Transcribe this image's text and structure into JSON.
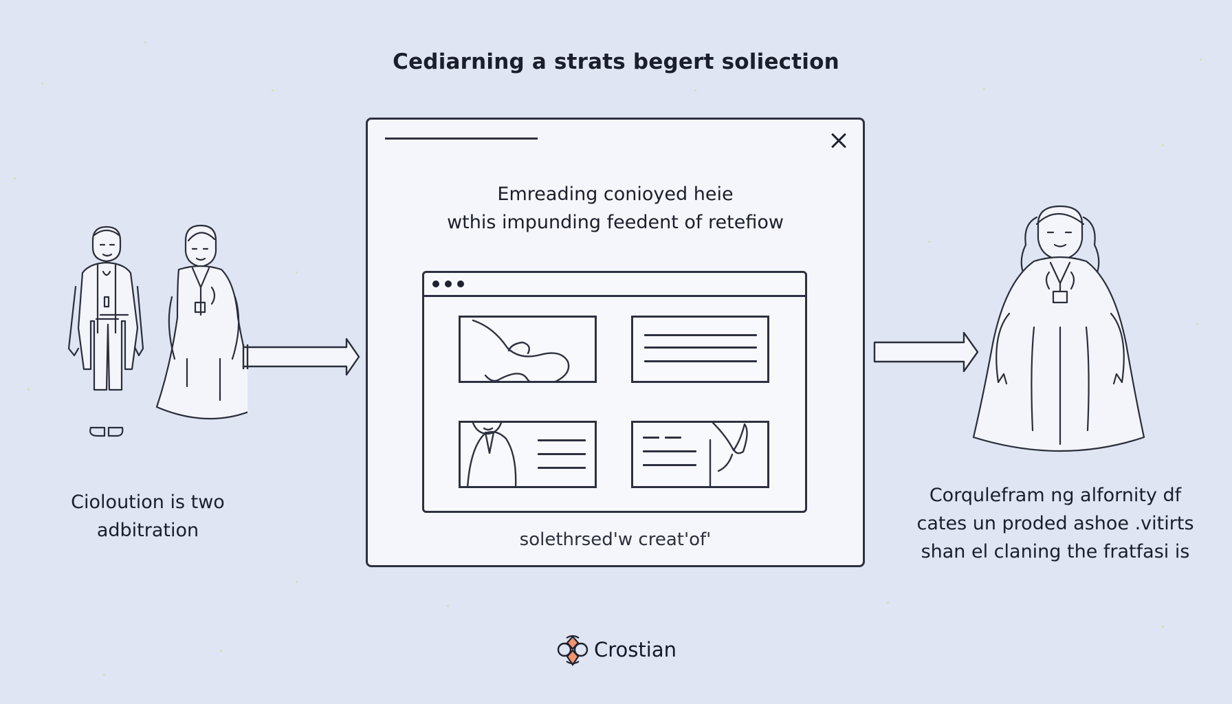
{
  "title": "Cediarning a strats begert soliection",
  "left_figure": {
    "caption_line1": "Cioloution is two",
    "caption_line2": "adbitration"
  },
  "window": {
    "heading_line1": "Emreading conioyed heie",
    "heading_line2": "wthis impunding feedent of retefiow",
    "footer": "solethrsed'w creat'of'"
  },
  "right_figure": {
    "caption_line1": "Corqulefram ng alfornity df",
    "caption_line2": "cates un proded ashoe .vitirts",
    "caption_line3": "shan el claning the fratfasi is"
  },
  "brand": {
    "name": "Crostian",
    "colors": {
      "accent": "#f0956f",
      "outline": "#1f2230"
    }
  },
  "icons": [
    "close-icon",
    "right-arrow-icon",
    "browser-dots-icon",
    "brand-logo-icon"
  ]
}
